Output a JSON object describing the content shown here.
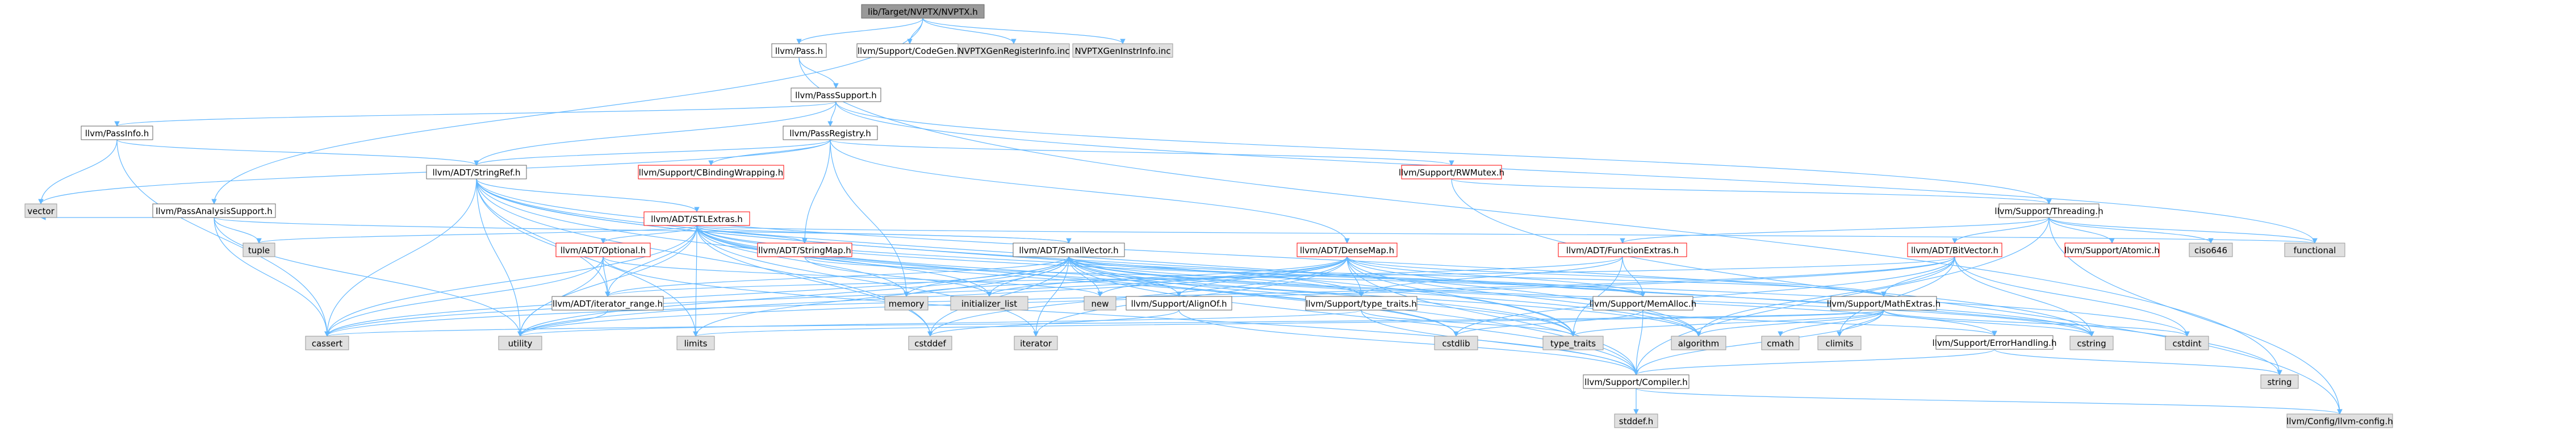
{
  "colors": {
    "root_fill": "#999999",
    "root_stroke": "#666666",
    "local_fill": "#ffffff",
    "local_stroke": "#666666",
    "incomplete_stroke": "#ff0000",
    "system_fill": "#e0e0e0",
    "system_stroke": "#999999",
    "edge": "#63b8ff",
    "text": "#000000"
  },
  "nodes": [
    {
      "id": "root",
      "label": "lib/Target/NVPTX/NVPTX.h",
      "kind": "root"
    },
    {
      "id": "pass",
      "label": "llvm/Pass.h",
      "kind": "local"
    },
    {
      "id": "codegen",
      "label": "llvm/Support/CodeGen.h",
      "kind": "local"
    },
    {
      "id": "nvregs",
      "label": "NVPTXGenRegisterInfo.inc",
      "kind": "system"
    },
    {
      "id": "nvinstr",
      "label": "NVPTXGenInstrInfo.inc",
      "kind": "system"
    },
    {
      "id": "passsupport",
      "label": "llvm/PassSupport.h",
      "kind": "local"
    },
    {
      "id": "passinfo",
      "label": "llvm/PassInfo.h",
      "kind": "local"
    },
    {
      "id": "passregistry",
      "label": "llvm/PassRegistry.h",
      "kind": "local"
    },
    {
      "id": "stringref",
      "label": "llvm/ADT/StringRef.h",
      "kind": "local"
    },
    {
      "id": "cbinding",
      "label": "llvm/Support/CBindingWrapping.h",
      "kind": "incomplete"
    },
    {
      "id": "rwmutex",
      "label": "llvm/Support/RWMutex.h",
      "kind": "incomplete"
    },
    {
      "id": "passanalysis",
      "label": "llvm/PassAnalysisSupport.h",
      "kind": "local"
    },
    {
      "id": "threading",
      "label": "llvm/Support/Threading.h",
      "kind": "local"
    },
    {
      "id": "stlextras",
      "label": "llvm/ADT/STLExtras.h",
      "kind": "incomplete"
    },
    {
      "id": "optional",
      "label": "llvm/ADT/Optional.h",
      "kind": "incomplete"
    },
    {
      "id": "stringmap",
      "label": "llvm/ADT/StringMap.h",
      "kind": "incomplete"
    },
    {
      "id": "smallvector",
      "label": "llvm/ADT/SmallVector.h",
      "kind": "local"
    },
    {
      "id": "densemap",
      "label": "llvm/ADT/DenseMap.h",
      "kind": "incomplete"
    },
    {
      "id": "funcextras",
      "label": "llvm/ADT/FunctionExtras.h",
      "kind": "incomplete"
    },
    {
      "id": "bitvector",
      "label": "llvm/ADT/BitVector.h",
      "kind": "incomplete"
    },
    {
      "id": "atomic",
      "label": "llvm/Support/Atomic.h",
      "kind": "incomplete"
    },
    {
      "id": "iterrange",
      "label": "llvm/ADT/iterator_range.h",
      "kind": "local"
    },
    {
      "id": "alignof",
      "label": "llvm/Support/AlignOf.h",
      "kind": "local"
    },
    {
      "id": "typetraits_h",
      "label": "llvm/Support/type_traits.h",
      "kind": "local"
    },
    {
      "id": "memalloc",
      "label": "llvm/Support/MemAlloc.h",
      "kind": "local"
    },
    {
      "id": "mathextras",
      "label": "llvm/Support/MathExtras.h",
      "kind": "local"
    },
    {
      "id": "errorhandling",
      "label": "llvm/Support/ErrorHandling.h",
      "kind": "local"
    },
    {
      "id": "compiler",
      "label": "llvm/Support/Compiler.h",
      "kind": "local"
    },
    {
      "id": "config",
      "label": "llvm/Config/llvm-config.h",
      "kind": "system"
    },
    {
      "id": "vector",
      "label": "vector",
      "kind": "system"
    },
    {
      "id": "tuple",
      "label": "tuple",
      "kind": "system"
    },
    {
      "id": "memory",
      "label": "memory",
      "kind": "system"
    },
    {
      "id": "initlist",
      "label": "initializer_list",
      "kind": "system"
    },
    {
      "id": "new",
      "label": "new",
      "kind": "system"
    },
    {
      "id": "cassert",
      "label": "cassert",
      "kind": "system"
    },
    {
      "id": "utility",
      "label": "utility",
      "kind": "system"
    },
    {
      "id": "limits",
      "label": "limits",
      "kind": "system"
    },
    {
      "id": "cstddef",
      "label": "cstddef",
      "kind": "system"
    },
    {
      "id": "iterator",
      "label": "iterator",
      "kind": "system"
    },
    {
      "id": "cstdlib",
      "label": "cstdlib",
      "kind": "system"
    },
    {
      "id": "type_traits",
      "label": "type_traits",
      "kind": "system"
    },
    {
      "id": "algorithm",
      "label": "algorithm",
      "kind": "system"
    },
    {
      "id": "cmath",
      "label": "cmath",
      "kind": "system"
    },
    {
      "id": "climits",
      "label": "climits",
      "kind": "system"
    },
    {
      "id": "cstring",
      "label": "cstring",
      "kind": "system"
    },
    {
      "id": "cstdint",
      "label": "cstdint",
      "kind": "system"
    },
    {
      "id": "ciso646",
      "label": "ciso646",
      "kind": "system"
    },
    {
      "id": "functional",
      "label": "functional",
      "kind": "system"
    },
    {
      "id": "string",
      "label": "string",
      "kind": "system"
    },
    {
      "id": "stddef",
      "label": "stddef.h",
      "kind": "system"
    }
  ],
  "edges": [
    [
      "root",
      "pass"
    ],
    [
      "root",
      "codegen"
    ],
    [
      "root",
      "nvregs"
    ],
    [
      "root",
      "nvinstr"
    ],
    [
      "root",
      "passanalysis"
    ],
    [
      "pass",
      "passsupport"
    ],
    [
      "pass",
      "string"
    ],
    [
      "passsupport",
      "passinfo"
    ],
    [
      "passsupport",
      "passregistry"
    ],
    [
      "passsupport",
      "stringref"
    ],
    [
      "passsupport",
      "threading"
    ],
    [
      "passsupport",
      "functional"
    ],
    [
      "passinfo",
      "stringref"
    ],
    [
      "passinfo",
      "cassert"
    ],
    [
      "passinfo",
      "vector"
    ],
    [
      "passregistry",
      "stringref"
    ],
    [
      "passregistry",
      "cbinding"
    ],
    [
      "passregistry",
      "rwmutex"
    ],
    [
      "passregistry",
      "stringmap"
    ],
    [
      "passregistry",
      "densemap"
    ],
    [
      "passregistry",
      "memory"
    ],
    [
      "passregistry",
      "vector"
    ],
    [
      "stringref",
      "stlextras"
    ],
    [
      "stringref",
      "iterrange"
    ],
    [
      "stringref",
      "compiler"
    ],
    [
      "stringref",
      "algorithm"
    ],
    [
      "stringref",
      "cassert"
    ],
    [
      "stringref",
      "cstddef"
    ],
    [
      "stringref",
      "cstring"
    ],
    [
      "stringref",
      "limits"
    ],
    [
      "stringref",
      "string"
    ],
    [
      "stringref",
      "type_traits"
    ],
    [
      "stringref",
      "utility"
    ],
    [
      "rwmutex",
      "threading"
    ],
    [
      "rwmutex",
      "config"
    ],
    [
      "passanalysis",
      "smallvector"
    ],
    [
      "passanalysis",
      "cassert"
    ],
    [
      "passanalysis",
      "tuple"
    ],
    [
      "passanalysis",
      "utility"
    ],
    [
      "passanalysis",
      "vector"
    ],
    [
      "threading",
      "bitvector"
    ],
    [
      "threading",
      "funcextras"
    ],
    [
      "threading",
      "compiler"
    ],
    [
      "threading",
      "atomic"
    ],
    [
      "threading",
      "config"
    ],
    [
      "threading",
      "ciso646"
    ],
    [
      "threading",
      "functional"
    ],
    [
      "stlextras",
      "optional"
    ],
    [
      "stlextras",
      "iterrange"
    ],
    [
      "stlextras",
      "smallvector"
    ],
    [
      "stlextras",
      "stringmap"
    ],
    [
      "stlextras",
      "typetraits_h"
    ],
    [
      "stlextras",
      "algorithm"
    ],
    [
      "stlextras",
      "cassert"
    ],
    [
      "stlextras",
      "cstddef"
    ],
    [
      "stlextras",
      "cstdint"
    ],
    [
      "stlextras",
      "cstdlib"
    ],
    [
      "stlextras",
      "functional"
    ],
    [
      "stlextras",
      "initlist"
    ],
    [
      "stlextras",
      "iterator"
    ],
    [
      "stlextras",
      "limits"
    ],
    [
      "stlextras",
      "memory"
    ],
    [
      "stlextras",
      "tuple"
    ],
    [
      "stlextras",
      "type_traits"
    ],
    [
      "stlextras",
      "utility"
    ],
    [
      "optional",
      "iterrange"
    ],
    [
      "optional",
      "compiler"
    ],
    [
      "optional",
      "new"
    ],
    [
      "optional",
      "cassert"
    ],
    [
      "optional",
      "utility"
    ],
    [
      "stringmap",
      "memalloc"
    ],
    [
      "stringmap",
      "initlist"
    ],
    [
      "smallvector",
      "iterrange"
    ],
    [
      "smallvector",
      "alignof"
    ],
    [
      "smallvector",
      "compiler"
    ],
    [
      "smallvector",
      "mathextras"
    ],
    [
      "smallvector",
      "memalloc"
    ],
    [
      "smallvector",
      "typetraits_h"
    ],
    [
      "smallvector",
      "errorhandling"
    ],
    [
      "smallvector",
      "algorithm"
    ],
    [
      "smallvector",
      "cassert"
    ],
    [
      "smallvector",
      "cstddef"
    ],
    [
      "smallvector",
      "cstdlib"
    ],
    [
      "smallvector",
      "cstring"
    ],
    [
      "smallvector",
      "initlist"
    ],
    [
      "smallvector",
      "iterator"
    ],
    [
      "smallvector",
      "limits"
    ],
    [
      "smallvector",
      "memory"
    ],
    [
      "smallvector",
      "new"
    ],
    [
      "smallvector",
      "type_traits"
    ],
    [
      "smallvector",
      "utility"
    ],
    [
      "densemap",
      "alignof"
    ],
    [
      "densemap",
      "compiler"
    ],
    [
      "densemap",
      "mathextras"
    ],
    [
      "densemap",
      "memalloc"
    ],
    [
      "densemap",
      "typetraits_h"
    ],
    [
      "densemap",
      "algorithm"
    ],
    [
      "densemap",
      "cassert"
    ],
    [
      "densemap",
      "cstddef"
    ],
    [
      "densemap",
      "cstring"
    ],
    [
      "densemap",
      "initlist"
    ],
    [
      "densemap",
      "iterator"
    ],
    [
      "densemap",
      "new"
    ],
    [
      "densemap",
      "type_traits"
    ],
    [
      "densemap",
      "utility"
    ],
    [
      "funcextras",
      "memalloc"
    ],
    [
      "funcextras",
      "typetraits_h"
    ],
    [
      "funcextras",
      "memory"
    ],
    [
      "funcextras",
      "type_traits"
    ],
    [
      "bitvector",
      "iterrange"
    ],
    [
      "bitvector",
      "mathextras"
    ],
    [
      "bitvector",
      "algorithm"
    ],
    [
      "bitvector",
      "cassert"
    ],
    [
      "bitvector",
      "climits"
    ],
    [
      "bitvector",
      "cstdint"
    ],
    [
      "bitvector",
      "cstdlib"
    ],
    [
      "bitvector",
      "cstring"
    ],
    [
      "bitvector",
      "utility"
    ],
    [
      "iterrange",
      "utility"
    ],
    [
      "alignof",
      "compiler"
    ],
    [
      "alignof",
      "cstddef"
    ],
    [
      "typetraits_h",
      "compiler"
    ],
    [
      "typetraits_h",
      "type_traits"
    ],
    [
      "typetraits_h",
      "utility"
    ],
    [
      "memalloc",
      "compiler"
    ],
    [
      "memalloc",
      "errorhandling"
    ],
    [
      "memalloc",
      "cstdlib"
    ],
    [
      "mathextras",
      "compiler"
    ],
    [
      "mathextras",
      "algorithm"
    ],
    [
      "mathextras",
      "cassert"
    ],
    [
      "mathextras",
      "climits"
    ],
    [
      "mathextras",
      "cmath"
    ],
    [
      "mathextras",
      "cstdint"
    ],
    [
      "mathextras",
      "cstring"
    ],
    [
      "mathextras",
      "limits"
    ],
    [
      "mathextras",
      "type_traits"
    ],
    [
      "errorhandling",
      "compiler"
    ],
    [
      "errorhandling",
      "string"
    ],
    [
      "compiler",
      "config"
    ],
    [
      "compiler",
      "stddef"
    ]
  ]
}
